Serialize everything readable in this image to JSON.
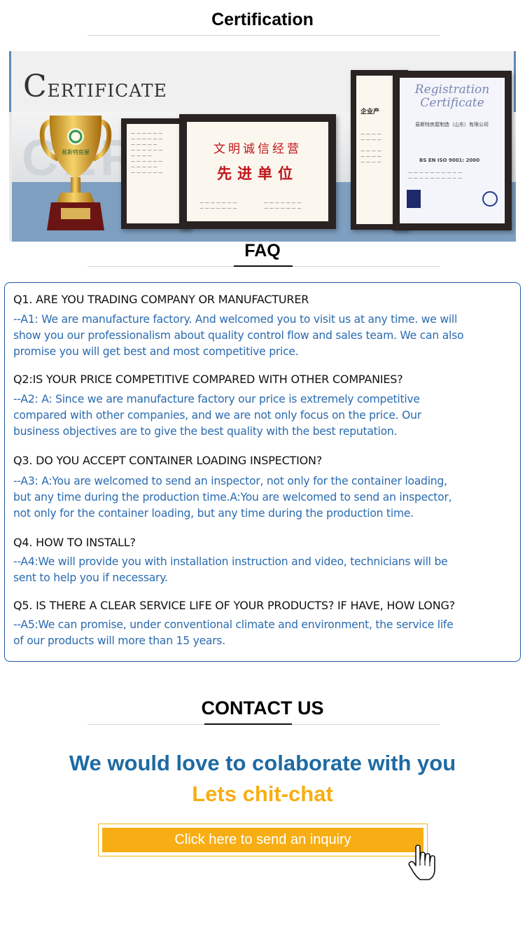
{
  "certification": {
    "title": "Certification"
  },
  "banner": {
    "certificate_word": {
      "first_letter": "C",
      "rest": "ERTIFICATE"
    },
    "trophy_label": "易斯特房屋",
    "honor_certificate": {
      "line1": "文明诚信经营",
      "line2": "先进单位"
    },
    "registration_certificate": {
      "title_line1": "Registration",
      "title_line2": "Certificate",
      "company": "易斯特房屋制造（山东）有限公司",
      "standard": "BS EN ISO 9001: 2000"
    }
  },
  "faq": {
    "title": "FAQ",
    "items": [
      {
        "question": "Q1. ARE YOU TRADING COMPANY OR MANUFACTURER",
        "answer_lines": [
          "--A1: We are manufacture factory. And welcomed you to visit us at any time. we will",
          "show you our professionalism about quality control flow and sales team. We can also",
          "promise you will get best and most competitive price."
        ]
      },
      {
        "question": "Q2:IS YOUR PRICE COMPETITIVE COMPARED WITH OTHER COMPANIES?",
        "answer_lines": [
          "--A2: A: Since we are manufacture factory our price is extremely competitive",
          "compared with other companies, and we are not only focus on the price. Our",
          "business objectives are to give the best quality with the best reputation."
        ]
      },
      {
        "question": "Q3. DO YOU ACCEPT CONTAINER LOADING INSPECTION?",
        "answer_lines": [
          "--A3: A:You are welcomed to send an inspector, not only for the container loading,",
          "but any time during the production time.A:You are welcomed to send an inspector,",
          "not only for the container loading, but any time during the production time."
        ]
      },
      {
        "question": "Q4. HOW TO INSTALL?",
        "answer_lines": [
          "--A4:We will provide you with installation instruction and video, technicians will be",
          "sent to help you if necessary."
        ]
      },
      {
        "question": "Q5. IS THERE A CLEAR SERVICE LIFE OF YOUR PRODUCTS? IF HAVE, HOW LONG?",
        "answer_lines": [
          "--A5:We can promise, under conventional climate and environment, the service life",
          "of our products will more than 15 years."
        ]
      }
    ]
  },
  "contact": {
    "title": "CONTACT US",
    "tagline": "We would love to colaborate with you",
    "subtagline": "Lets chit-chat",
    "button_label": "Click here to send an inquiry"
  },
  "colors": {
    "answer_blue": "#2a6bb0",
    "tagline_blue": "#1d6aa3",
    "accent_orange": "#f7ae14",
    "faq_border": "#1f5aa0"
  },
  "icons": {
    "cursor": "hand-pointer-icon"
  }
}
